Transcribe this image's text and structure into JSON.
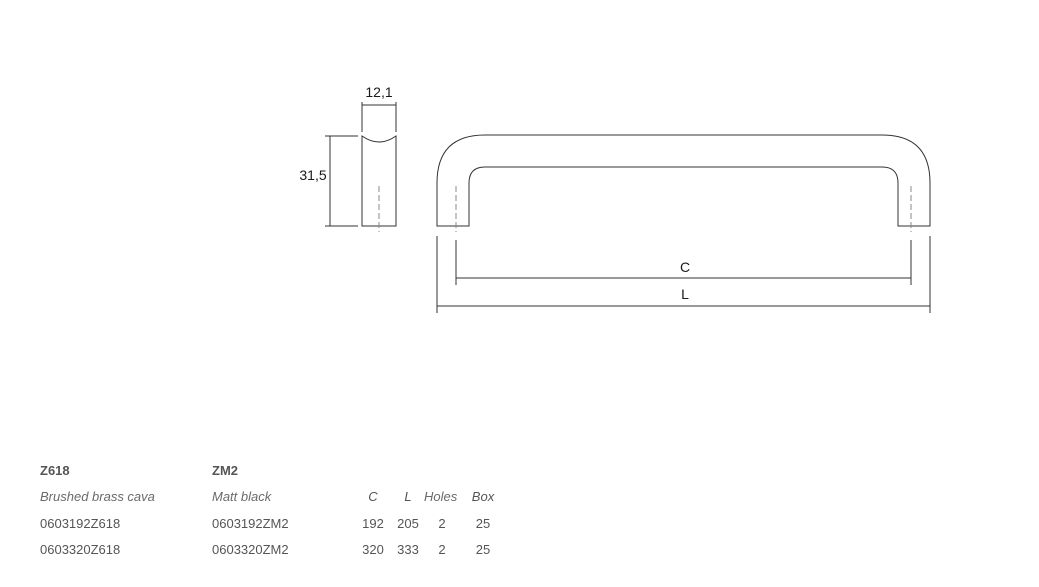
{
  "drawing": {
    "side_view": {
      "width_label": "12,1",
      "height_label": "31,5"
    },
    "front_view": {
      "c_label": "C",
      "l_label": "L"
    }
  },
  "finishes": [
    {
      "code": "Z618",
      "name": "Brushed brass cava"
    },
    {
      "code": "ZM2",
      "name": "Matt black"
    }
  ],
  "table": {
    "headers": {
      "c": "C",
      "l": "L",
      "holes": "Holes",
      "box": "Box"
    },
    "rows": [
      {
        "ref_a": "0603192Z618",
        "ref_b": "0603192ZM2",
        "c": "192",
        "l": "205",
        "holes": "2",
        "box": "25"
      },
      {
        "ref_a": "0603320Z618",
        "ref_b": "0603320ZM2",
        "c": "320",
        "l": "333",
        "holes": "2",
        "box": "25"
      }
    ]
  }
}
